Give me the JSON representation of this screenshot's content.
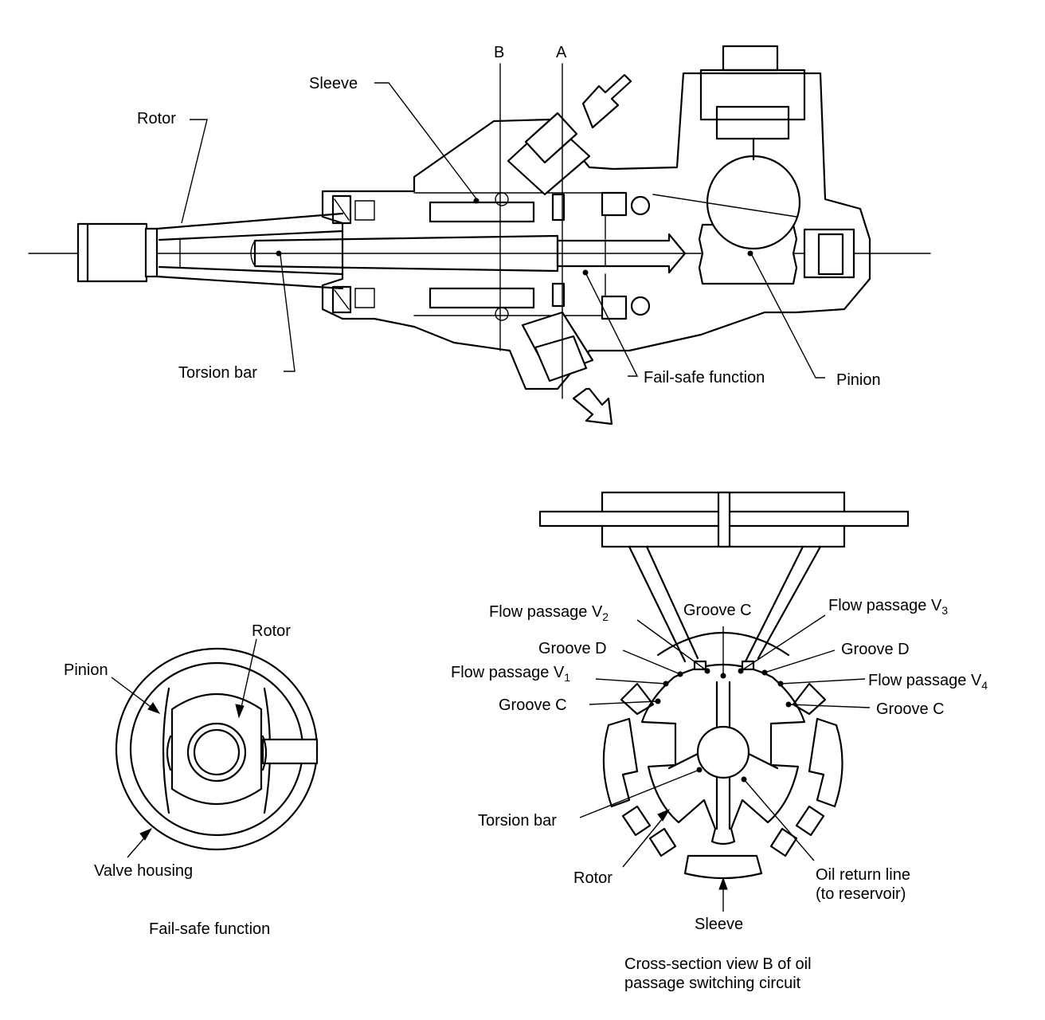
{
  "top_view": {
    "section_marks": [
      "B",
      "A"
    ],
    "labels": {
      "sleeve": "Sleeve",
      "rotor": "Rotor",
      "torsion_bar": "Torsion bar",
      "fail_safe_function": "Fail-safe function",
      "pinion": "Pinion"
    }
  },
  "fail_safe_view": {
    "labels": {
      "rotor": "Rotor",
      "pinion": "Pinion",
      "valve_housing": "Valve housing"
    },
    "caption": "Fail-safe function"
  },
  "cross_section_view": {
    "labels": {
      "flow_passage_v2": {
        "base": "Flow passage V",
        "sub": "2"
      },
      "flow_passage_v3": {
        "base": "Flow passage V",
        "sub": "3"
      },
      "flow_passage_v1": {
        "base": "Flow passage V",
        "sub": "1"
      },
      "flow_passage_v4": {
        "base": "Flow passage V",
        "sub": "4"
      },
      "groove_c_top": "Groove C",
      "groove_d_left": "Groove D",
      "groove_d_right": "Groove D",
      "groove_c_left": "Groove C",
      "groove_c_right": "Groove C",
      "torsion_bar": "Torsion bar",
      "rotor": "Rotor",
      "sleeve": "Sleeve",
      "oil_return_line": "Oil return line",
      "oil_return_line_note": "(to reservoir)"
    },
    "caption_line1": "Cross-section view B of oil",
    "caption_line2": "passage switching circuit"
  }
}
